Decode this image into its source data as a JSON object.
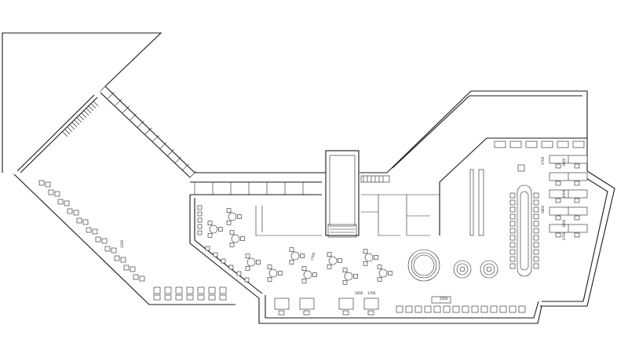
{
  "drawing": {
    "type": "architectural-floor-plan",
    "line_color": "#1a1a1a",
    "background": "#ffffff"
  },
  "dimension_labels": {
    "d1600": "1600",
    "d1700": "1700",
    "d1800a": "1800",
    "d1800b": "1800",
    "d1800c": "1800",
    "d2700a": "2700",
    "d2700b": "2700",
    "d2000": "2000",
    "d1200": "1200",
    "d1500": "1500",
    "d2500": "2500"
  }
}
